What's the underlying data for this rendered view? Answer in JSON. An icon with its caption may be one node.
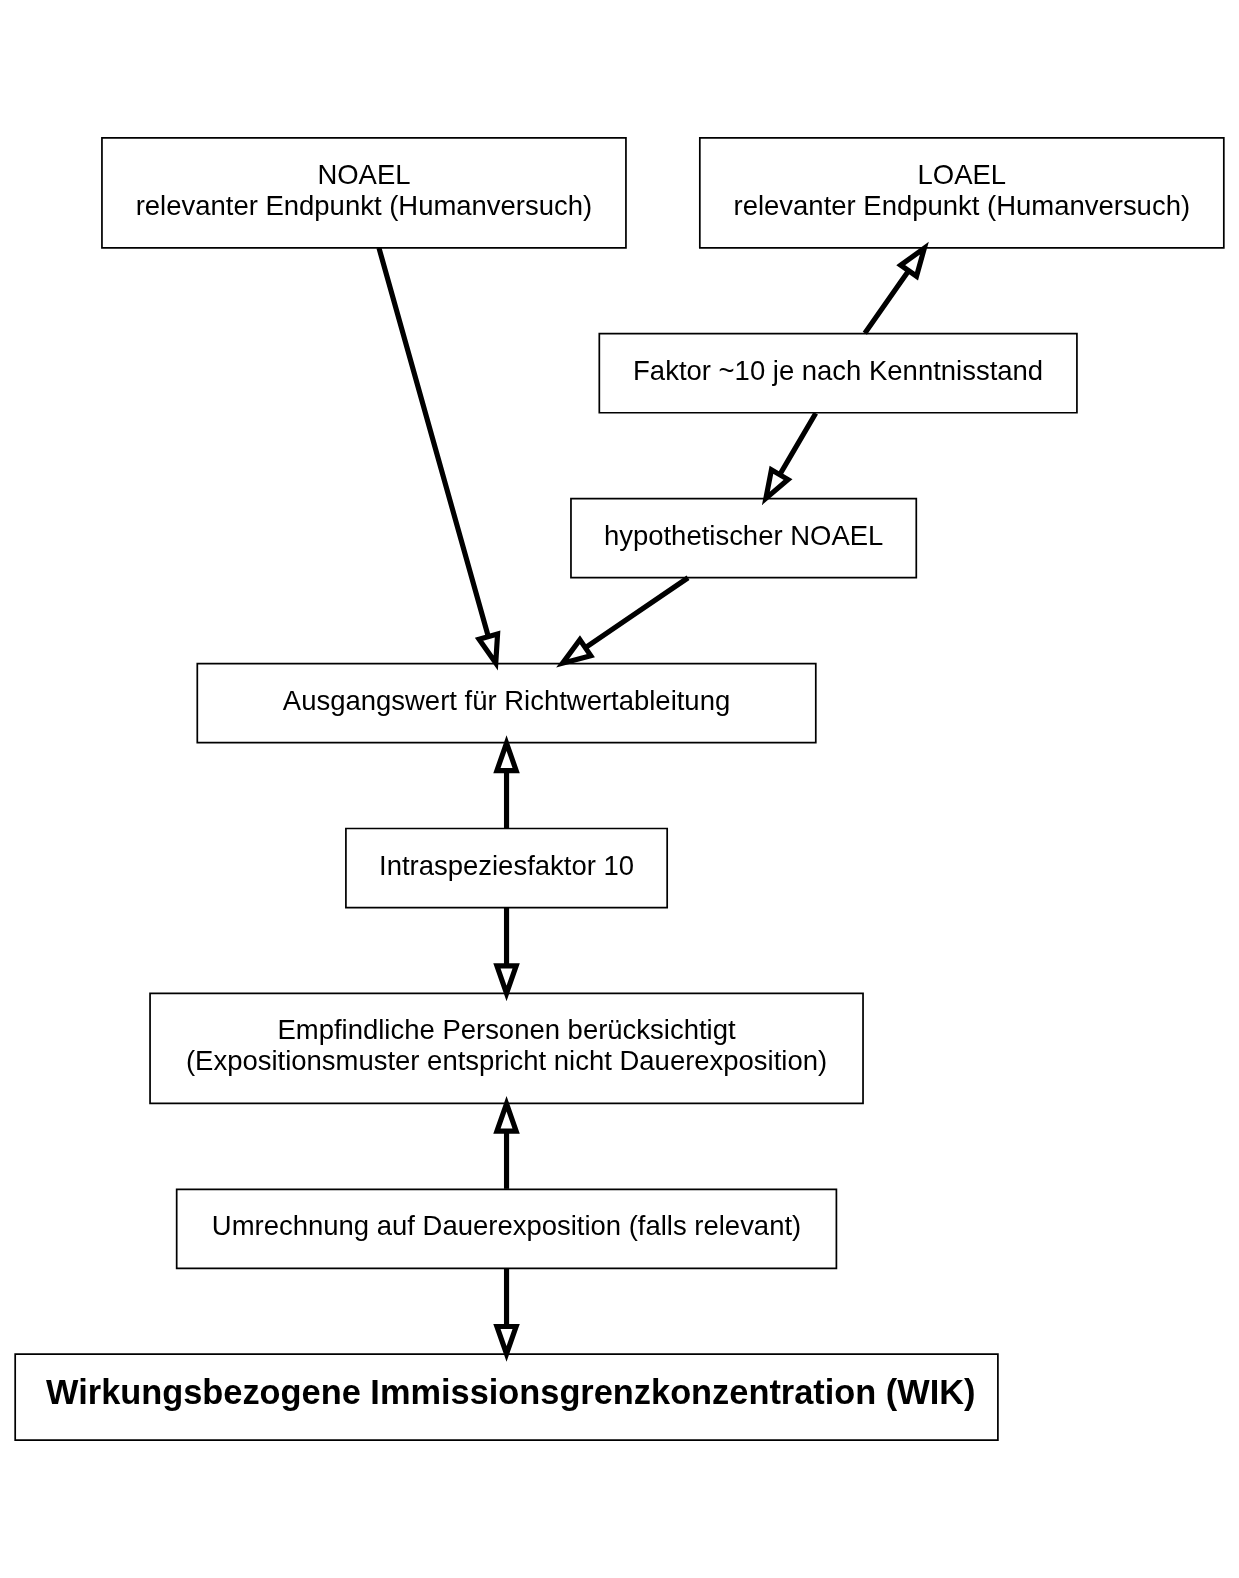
{
  "diagram": {
    "nodes": [
      {
        "text": [
          "NOAEL",
          "relevanter Endpunkt (Humanversuch)"
        ]
      },
      {
        "text": [
          "LOAEL",
          "relevanter Endpunkt (Humanversuch)"
        ]
      },
      {
        "text": [
          "Faktor ~10 je nach Kenntnisstand"
        ]
      },
      {
        "text": [
          "hypothetischer NOAEL"
        ]
      },
      {
        "text": [
          "Ausgangswert für Richtwertableitung"
        ]
      },
      {
        "text": [
          "Intraspeziesfaktor 10"
        ]
      },
      {
        "text": [
          "Empfindliche Personen berücksichtigt",
          "(Expositionsmuster entspricht nicht Dauerexposition)"
        ]
      },
      {
        "text": [
          "Umrechnung auf Dauerexposition (falls relevant)"
        ]
      },
      {
        "text": [
          "Wirkungsbezogene Immissionsgrenzkonzentration (WIK)"
        ]
      }
    ],
    "edges": [
      {
        "from": 0,
        "to": 4,
        "arrow": "to"
      },
      {
        "from": 2,
        "to": 1,
        "arrow": "to"
      },
      {
        "from": 2,
        "to": 3,
        "arrow": "to"
      },
      {
        "from": 3,
        "to": 4,
        "arrow": "to"
      },
      {
        "from": 5,
        "to": 4,
        "arrow": "to"
      },
      {
        "from": 5,
        "to": 6,
        "arrow": "to"
      },
      {
        "from": 7,
        "to": 6,
        "arrow": "to"
      },
      {
        "from": 7,
        "to": 8,
        "arrow": "to"
      }
    ]
  }
}
